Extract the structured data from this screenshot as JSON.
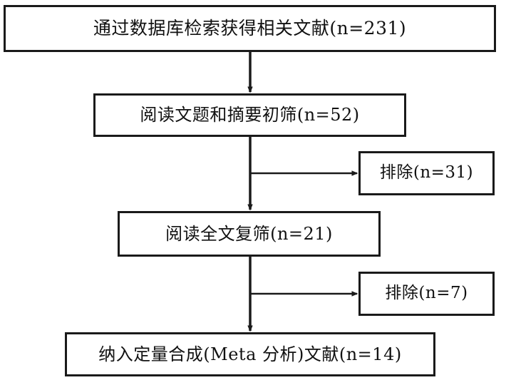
{
  "diagram": {
    "type": "flowchart",
    "title": "PRISMA-style literature screening flow diagram",
    "orientation": "top-to-bottom",
    "background_color": "#ffffff",
    "line_color": "#1a1a1a",
    "text_color": "#111111",
    "nodes": [
      {
        "id": "search",
        "label": "通过数据库检索获得相关文献(n=231)",
        "stage": "identification",
        "count": 231
      },
      {
        "id": "title_abstract",
        "label": "阅读文题和摘要初筛(n=52)",
        "stage": "screening",
        "count": 52
      },
      {
        "id": "exclude_1",
        "label": "排除(n=31)",
        "stage": "exclusion",
        "count": 31
      },
      {
        "id": "fulltext",
        "label": "阅读全文复筛(n=21)",
        "stage": "eligibility",
        "count": 21
      },
      {
        "id": "exclude_2",
        "label": "排除(n=7)",
        "stage": "exclusion",
        "count": 7
      },
      {
        "id": "included",
        "label": "纳入定量合成(Meta 分析)文献(n=14)",
        "stage": "included",
        "count": 14
      }
    ],
    "edges": [
      {
        "from": "search",
        "to": "title_abstract",
        "direction": "down",
        "arrow": "filled-triangle"
      },
      {
        "from": "title_abstract",
        "to": "exclude_1",
        "direction": "right",
        "arrow": "filled-triangle"
      },
      {
        "from": "title_abstract",
        "to": "fulltext",
        "direction": "down",
        "arrow": "filled-triangle"
      },
      {
        "from": "fulltext",
        "to": "exclude_2",
        "direction": "right",
        "arrow": "filled-triangle"
      },
      {
        "from": "fulltext",
        "to": "included",
        "direction": "down",
        "arrow": "filled-triangle"
      }
    ]
  }
}
